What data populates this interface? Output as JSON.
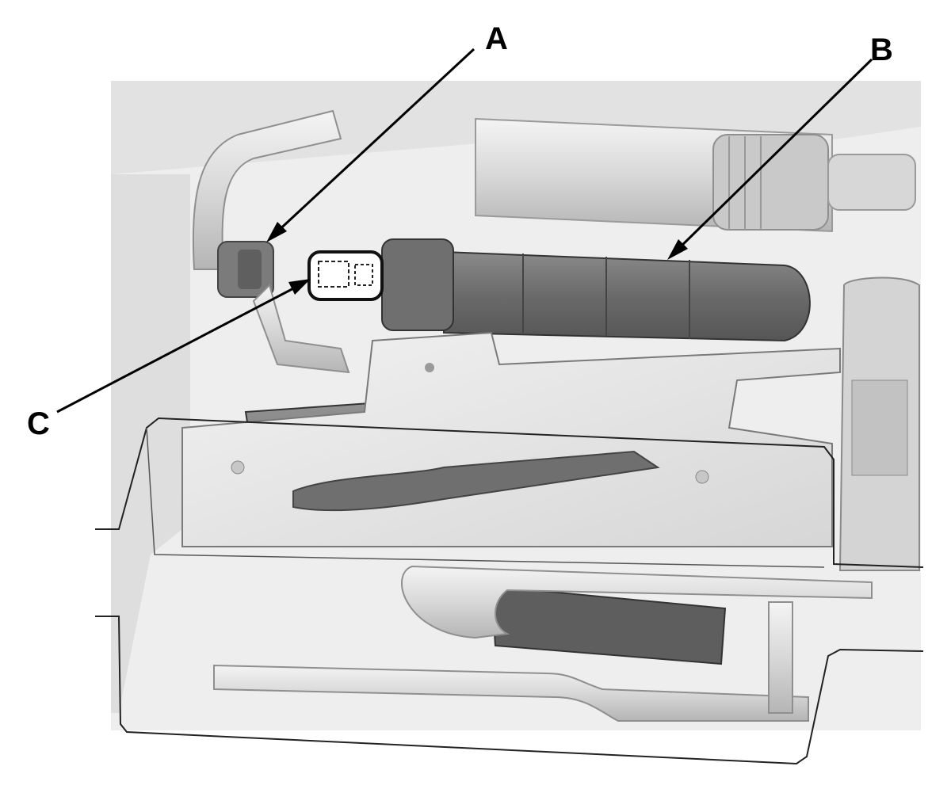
{
  "callouts": [
    {
      "id": "A",
      "label": "A"
    },
    {
      "id": "B",
      "label": "B"
    },
    {
      "id": "C",
      "label": "C"
    }
  ],
  "colors": {
    "line": "#000000",
    "background_light": "#ececec",
    "part_mid": "#bdbdbd",
    "part_dark": "#777777",
    "canister_dark": "#6a6a6a"
  }
}
